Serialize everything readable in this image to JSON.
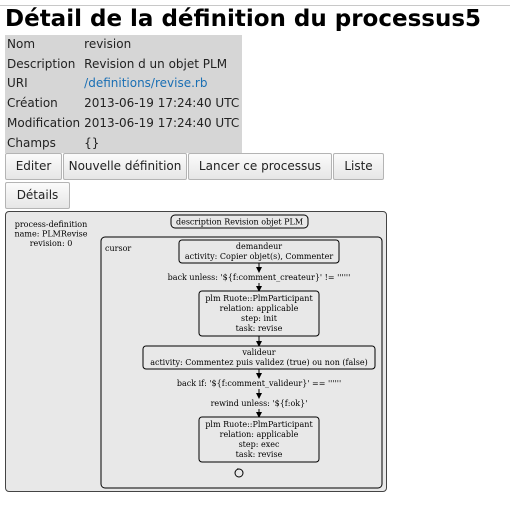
{
  "page": {
    "title": "Détail de la définition du processus5"
  },
  "details_table": {
    "rows": [
      {
        "label": "Nom",
        "value": "revision"
      },
      {
        "label": "Description",
        "value": "Revision d un objet PLM"
      },
      {
        "label": "URI",
        "value": "/definitions/revise.rb"
      },
      {
        "label": "Création",
        "value": "2013-06-19 17:24:40 UTC"
      },
      {
        "label": "Modification",
        "value": "2013-06-19 17:24:40 UTC"
      },
      {
        "label": "Champs",
        "value": "{}"
      }
    ]
  },
  "toolbar": {
    "edit_label": "Editer",
    "new_definition_label": "Nouvelle définition",
    "launch_label": "Lancer ce processus",
    "list_label": "Liste",
    "details_label": "Détails"
  },
  "diagram": {
    "process_definition": {
      "line1": "process-definition",
      "line2": "name: PLMRevise",
      "line3": "revision: 0"
    },
    "description": "description Revision objet PLM",
    "cursor_label": "cursor",
    "nodes": {
      "demandeur": {
        "line1": "demandeur",
        "line2": "activity: Copier objet(s), Commenter"
      },
      "back_unless": "back unless: '${f:comment_createur}' != ''''''",
      "participant1": {
        "line1": "plm Ruote::PlmParticipant",
        "line2": "relation: applicable",
        "line3": "step: init",
        "line4": "task: revise"
      },
      "valideur": {
        "line1": "valideur",
        "line2": "activity: Commentez puis validez (true) ou non (false)"
      },
      "back_if": "back if: '${f:comment_valideur}' == ''''''",
      "rewind_unless": "rewind unless: '${f:ok}'",
      "participant2": {
        "line1": "plm Ruote::PlmParticipant",
        "line2": "relation: applicable",
        "line3": "step: exec",
        "line4": "task: revise"
      }
    }
  }
}
